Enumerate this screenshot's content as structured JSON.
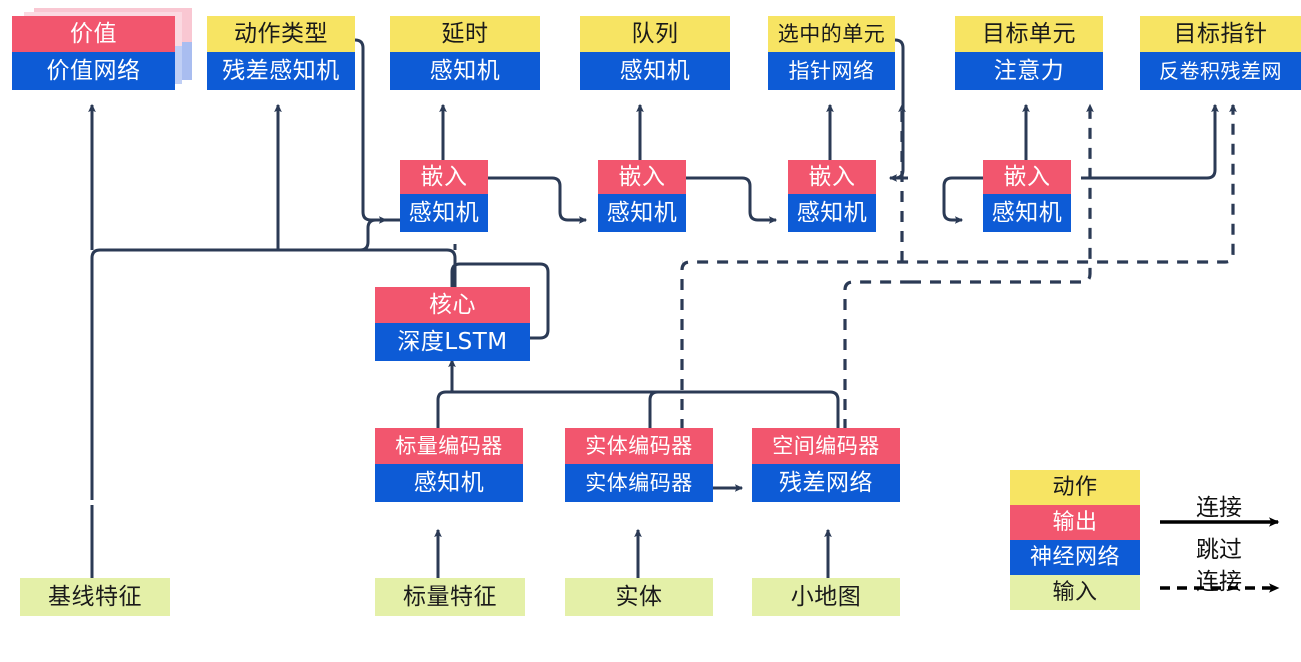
{
  "diagram": {
    "title": "",
    "palette": {
      "action": "#f7e463",
      "output": "#f2566e",
      "neural_network": "#0d5bd6",
      "input": "#e4f0a8",
      "wire": "#2b3a55",
      "legend_arrow": "#000000"
    },
    "nodes": {
      "value": {
        "action": "",
        "output": "价值",
        "nn": "价值网络",
        "stacked": true
      },
      "action_type": {
        "action": "动作类型",
        "nn": "残差感知机"
      },
      "delay": {
        "action": "延时",
        "nn": "感知机"
      },
      "queued": {
        "action": "队列",
        "nn": "感知机"
      },
      "selected_units": {
        "action": "选中的单元",
        "nn": "指针网络"
      },
      "target_unit": {
        "action": "目标单元",
        "nn": "注意力"
      },
      "target_point": {
        "action": "目标指针",
        "nn": "反卷积残差网"
      },
      "embed1": {
        "output": "嵌入",
        "nn": "感知机"
      },
      "embed2": {
        "output": "嵌入",
        "nn": "感知机"
      },
      "embed3": {
        "output": "嵌入",
        "nn": "感知机"
      },
      "embed4": {
        "output": "嵌入",
        "nn": "感知机"
      },
      "core": {
        "output": "核心",
        "nn": "深度LSTM"
      },
      "scalar_encoder": {
        "output": "标量编码器",
        "nn": "感知机"
      },
      "entity_encoder": {
        "output": "实体编码器",
        "nn": "实体编码器"
      },
      "spatial_encoder": {
        "output": "空间编码器",
        "nn": "残差网络"
      },
      "baseline_features": {
        "input": "基线特征"
      },
      "scalar_features": {
        "input": "标量特征"
      },
      "entities": {
        "input": "实体"
      },
      "minimap": {
        "input": "小地图"
      }
    },
    "legend": {
      "swatches": [
        {
          "key": "action",
          "label": "动作"
        },
        {
          "key": "output",
          "label": "输出"
        },
        {
          "key": "neural_network",
          "label": "神经网络"
        },
        {
          "key": "input",
          "label": "输入"
        }
      ],
      "connection_label": "连接",
      "skip_label_line1": "跳过",
      "skip_label_line2": "连接"
    }
  }
}
